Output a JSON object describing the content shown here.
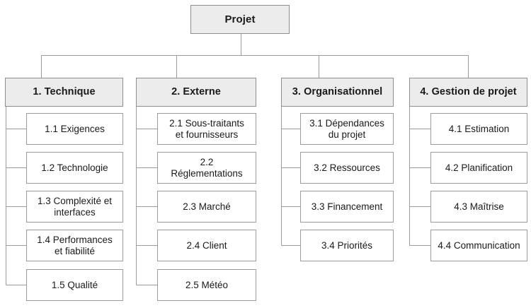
{
  "diagram": {
    "title": "Projet",
    "type": "tree",
    "colors": {
      "page_background": "#ffffff",
      "category_fill": "#ececec",
      "leaf_fill": "#ffffff",
      "border": "#9a9a9a",
      "connector": "#9a9a9a",
      "text": "#1a1a1a"
    },
    "root": {
      "label": "Projet"
    },
    "branches": [
      {
        "label": "1. Technique",
        "children": [
          {
            "label": "1.1 Exigences"
          },
          {
            "label": "1.2 Technologie"
          },
          {
            "label": "1.3 Complexité et\ninterfaces"
          },
          {
            "label": "1.4 Performances\net fiabilité"
          },
          {
            "label": "1.5 Qualité"
          }
        ]
      },
      {
        "label": "2. Externe",
        "children": [
          {
            "label": "2.1 Sous-traitants\net fournisseurs"
          },
          {
            "label": "2.2\nRéglementations"
          },
          {
            "label": "2.3 Marché"
          },
          {
            "label": "2.4 Client"
          },
          {
            "label": "2.5 Météo"
          }
        ]
      },
      {
        "label": "3. Organisationnel",
        "children": [
          {
            "label": "3.1 Dépendances\ndu projet"
          },
          {
            "label": "3.2 Ressources"
          },
          {
            "label": "3.3 Financement"
          },
          {
            "label": "3.4 Priorités"
          }
        ]
      },
      {
        "label": "4. Gestion de projet",
        "children": [
          {
            "label": "4.1 Estimation"
          },
          {
            "label": "4.2 Planification"
          },
          {
            "label": "4.3 Maîtrise"
          },
          {
            "label": "4.4 Communication"
          }
        ]
      }
    ]
  }
}
